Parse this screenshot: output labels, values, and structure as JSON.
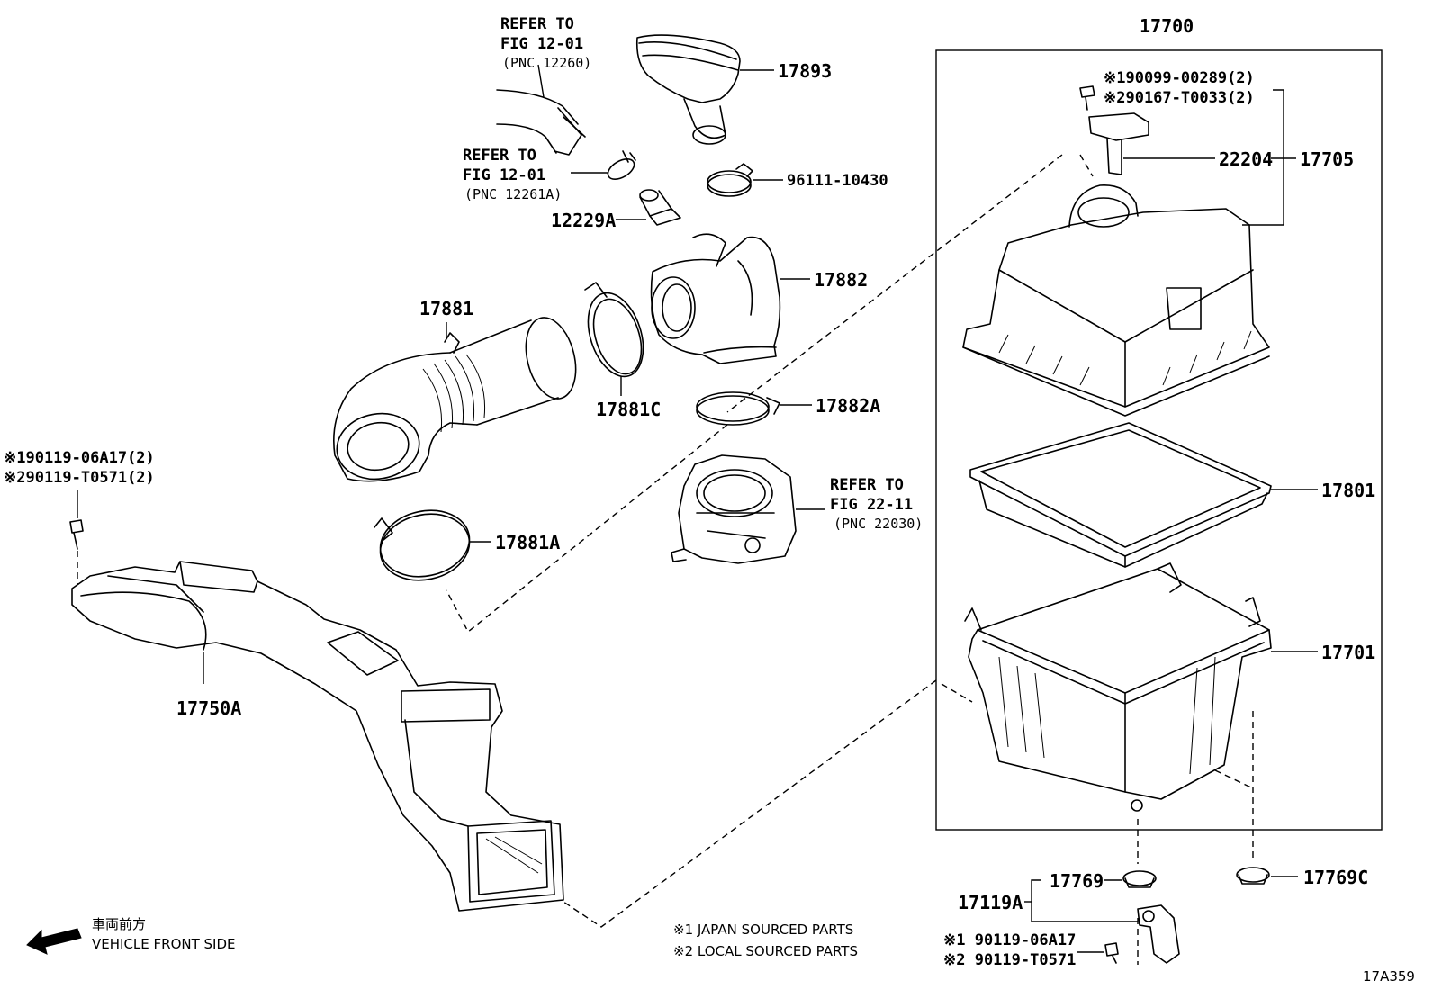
{
  "labels": {
    "p17700": "17700",
    "p17893": "17893",
    "p96111": "96111-10430",
    "p12229A": "12229A",
    "p17882": "17882",
    "p17881": "17881",
    "p17881C": "17881C",
    "p17882A": "17882A",
    "p17881A": "17881A",
    "p17750A": "17750A",
    "p22204": "22204",
    "p17705": "17705",
    "p17801": "17801",
    "p17701": "17701",
    "p17769": "17769",
    "p17769C": "17769C",
    "p17119A": "17119A"
  },
  "refs": {
    "ref1": {
      "line1": "REFER TO",
      "line2": "FIG 12-01",
      "line3": "(PNC 12260)"
    },
    "ref2": {
      "line1": "REFER TO",
      "line2": "FIG 12-01",
      "line3": "(PNC 12261A)"
    },
    "ref3": {
      "line1": "REFER TO",
      "line2": "FIG 22-11",
      "line3": "(PNC 22030)"
    }
  },
  "fasteners": {
    "top_1": "※190099-00289(2)",
    "top_2": "※290167-T0033(2)",
    "left_1": "※190119-06A17(2)",
    "left_2": "※290119-T0571(2)",
    "bottom_1": "※1 90119-06A17",
    "bottom_2": "※2 90119-T0571"
  },
  "legend": {
    "japan": "※1 JAPAN SOURCED PARTS",
    "local": "※2 LOCAL SOURCED PARTS"
  },
  "direction": {
    "jp": "車両前方",
    "en": "VEHICLE FRONT SIDE"
  },
  "diagram_code": "17A359"
}
